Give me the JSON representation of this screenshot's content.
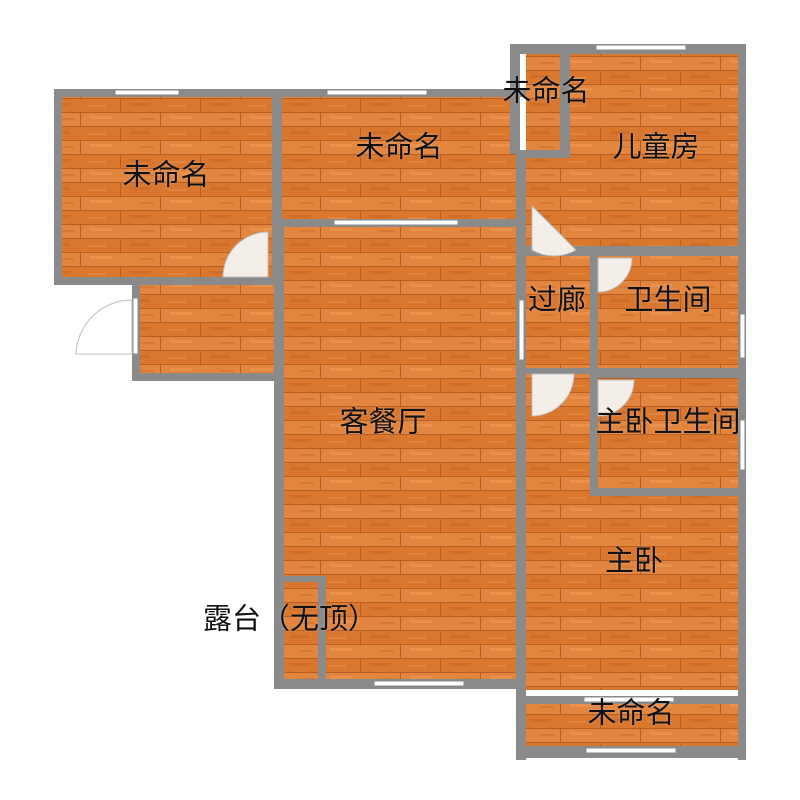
{
  "colors": {
    "wall": "#8a8a8a",
    "floor": "#e0803a",
    "floor_dark": "#c9652a",
    "floor_light": "#ee9a55",
    "window": "#ffffff",
    "door_arc": "#f3f0ea",
    "background": "#ffffff"
  },
  "rooms": {
    "unnamed_left": "未命名",
    "unnamed_top": "未命名",
    "unnamed_small": "未命名",
    "kids_room": "儿童房",
    "corridor": "过廊",
    "bathroom": "卫生间",
    "master_bathroom": "主卧卫生间",
    "living_dining": "客餐厅",
    "master_bedroom": "主卧",
    "terrace": "露台（无顶）",
    "unnamed_bottom": "未命名"
  }
}
